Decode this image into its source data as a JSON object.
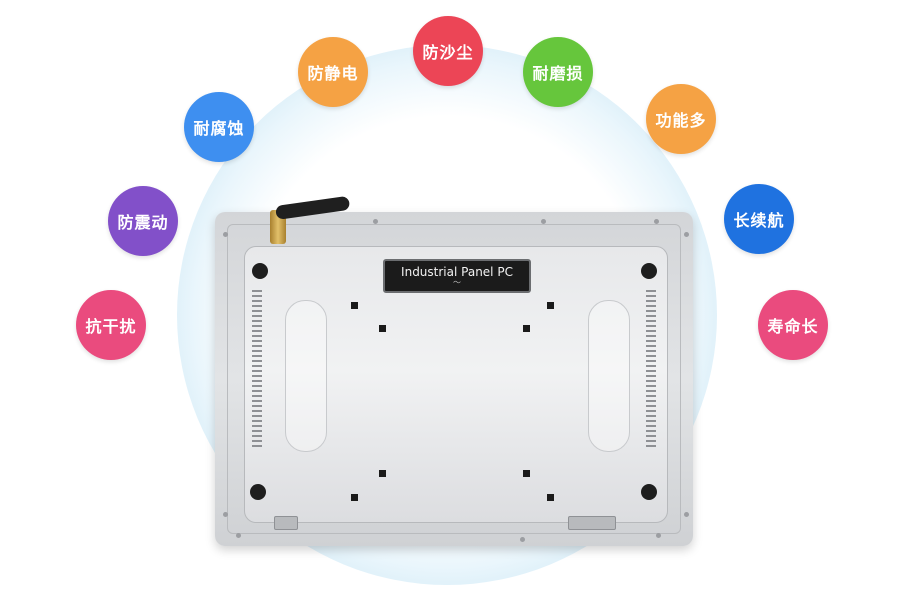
{
  "device_label": "Industrial Panel PC",
  "features": [
    {
      "text": "抗干扰",
      "color": "#ea4b7e"
    },
    {
      "text": "防震动",
      "color": "#8250c9"
    },
    {
      "text": "耐腐蚀",
      "color": "#3e8ff0"
    },
    {
      "text": "防静电",
      "color": "#f5a244"
    },
    {
      "text": "防沙尘",
      "color": "#ec4556"
    },
    {
      "text": "耐磨损",
      "color": "#66c63c"
    },
    {
      "text": "功能多",
      "color": "#f5a244"
    },
    {
      "text": "长续航",
      "color": "#1f72e0"
    },
    {
      "text": "寿命长",
      "color": "#ea4b7e"
    }
  ]
}
